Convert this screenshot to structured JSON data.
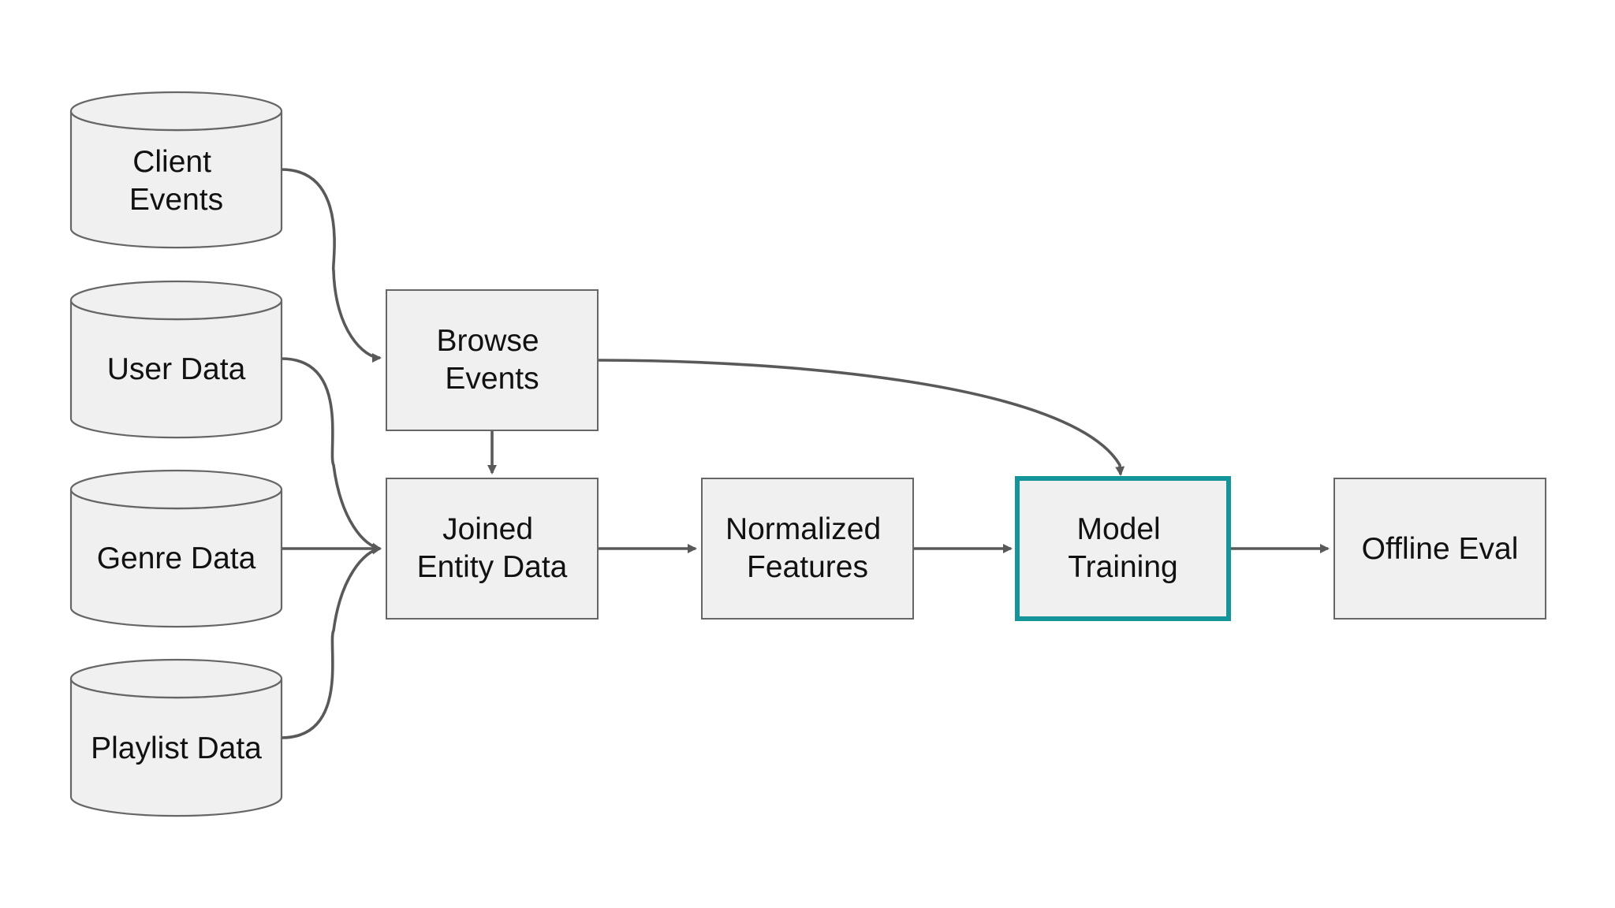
{
  "nodes": {
    "client_events": {
      "lines": [
        "Client",
        "Events"
      ]
    },
    "user_data": {
      "lines": [
        "User Data"
      ]
    },
    "genre_data": {
      "lines": [
        "Genre Data"
      ]
    },
    "playlist_data": {
      "lines": [
        "Playlist Data"
      ]
    },
    "browse_events": {
      "lines": [
        "Browse",
        "Events"
      ]
    },
    "joined_entity_data": {
      "lines": [
        "Joined",
        "Entity Data"
      ]
    },
    "normalized_features": {
      "lines": [
        "Normalized",
        "Features"
      ]
    },
    "model_training": {
      "lines": [
        "Model",
        "Training"
      ],
      "highlighted": true
    },
    "offline_eval": {
      "lines": [
        "Offline Eval"
      ]
    }
  },
  "edges": [
    {
      "from": "client_events",
      "to": "browse_events"
    },
    {
      "from": "user_data",
      "to": "joined_entity_data"
    },
    {
      "from": "genre_data",
      "to": "joined_entity_data"
    },
    {
      "from": "playlist_data",
      "to": "joined_entity_data"
    },
    {
      "from": "browse_events",
      "to": "joined_entity_data"
    },
    {
      "from": "browse_events",
      "to": "model_training"
    },
    {
      "from": "joined_entity_data",
      "to": "normalized_features"
    },
    {
      "from": "normalized_features",
      "to": "model_training"
    },
    {
      "from": "model_training",
      "to": "offline_eval"
    }
  ],
  "colors": {
    "node_fill": "#f0f0f0",
    "node_stroke": "#666666",
    "highlight_stroke": "#14959b",
    "edge": "#595959"
  }
}
